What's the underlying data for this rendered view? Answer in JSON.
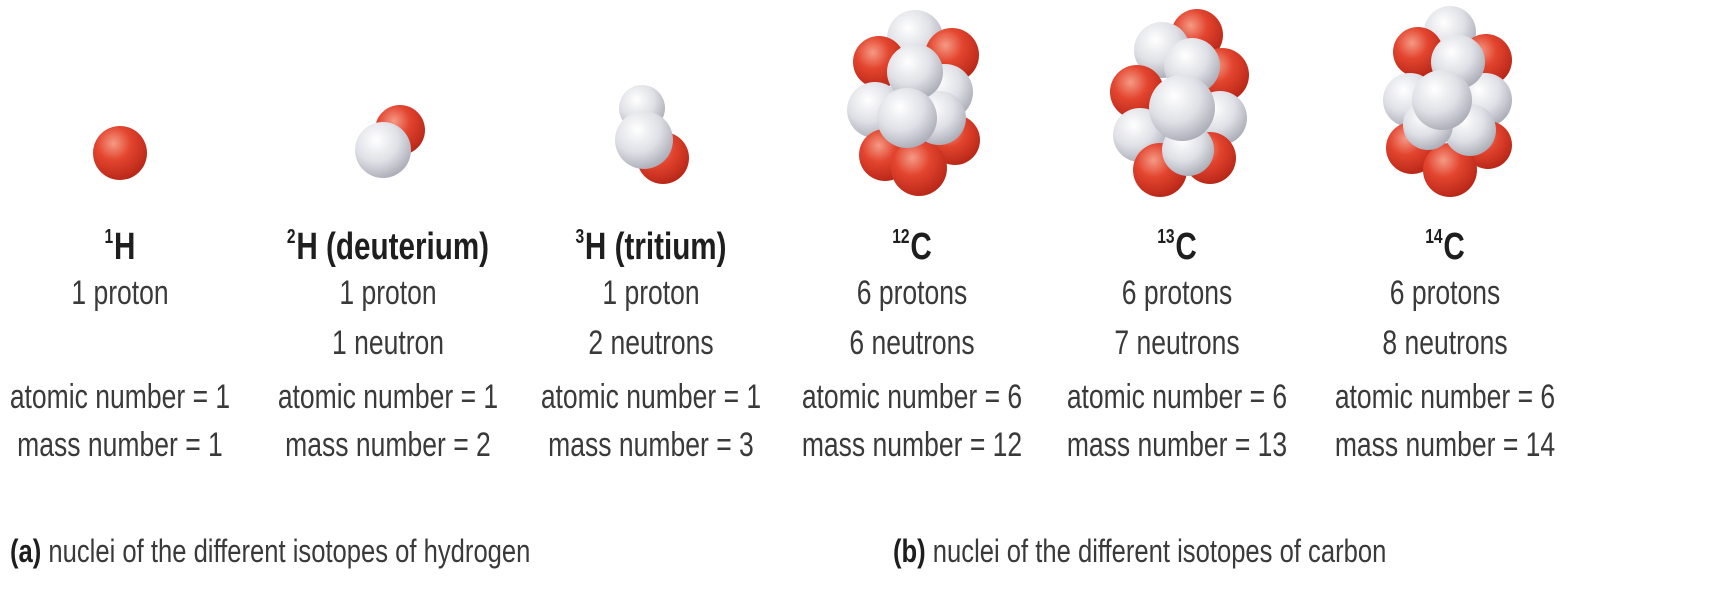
{
  "colors": {
    "proton": "#e0402c",
    "neutron": "#d9dbe2",
    "text": "#3a3a3a"
  },
  "isotopes": [
    {
      "mass_sup": "1",
      "symbol": "H",
      "name": "",
      "line1": "1 proton",
      "line2": "",
      "atomic": "atomic number = 1",
      "mass": "mass number = 1"
    },
    {
      "mass_sup": "2",
      "symbol": "H",
      "name": " (deuterium)",
      "line1": "1 proton",
      "line2": "1 neutron",
      "atomic": "atomic number = 1",
      "mass": "mass number = 2"
    },
    {
      "mass_sup": "3",
      "symbol": "H",
      "name": " (tritium)",
      "line1": "1 proton",
      "line2": "2 neutrons",
      "atomic": "atomic number = 1",
      "mass": "mass number = 3"
    },
    {
      "mass_sup": "12",
      "symbol": "C",
      "name": "",
      "line1": "6 protons",
      "line2": "6 neutrons",
      "atomic": "atomic number = 6",
      "mass": "mass number = 12"
    },
    {
      "mass_sup": "13",
      "symbol": "C",
      "name": "",
      "line1": "6 protons",
      "line2": "7 neutrons",
      "atomic": "atomic number = 6",
      "mass": "mass number = 13"
    },
    {
      "mass_sup": "14",
      "symbol": "C",
      "name": "",
      "line1": "6 protons",
      "line2": "8 neutrons",
      "atomic": "atomic number = 6",
      "mass": "mass number = 14"
    }
  ],
  "captions": {
    "a_label": "(a)",
    "a_text": " nuclei of the different isotopes of hydrogen",
    "b_label": "(b)",
    "b_text": " nuclei of the different isotopes of carbon"
  }
}
